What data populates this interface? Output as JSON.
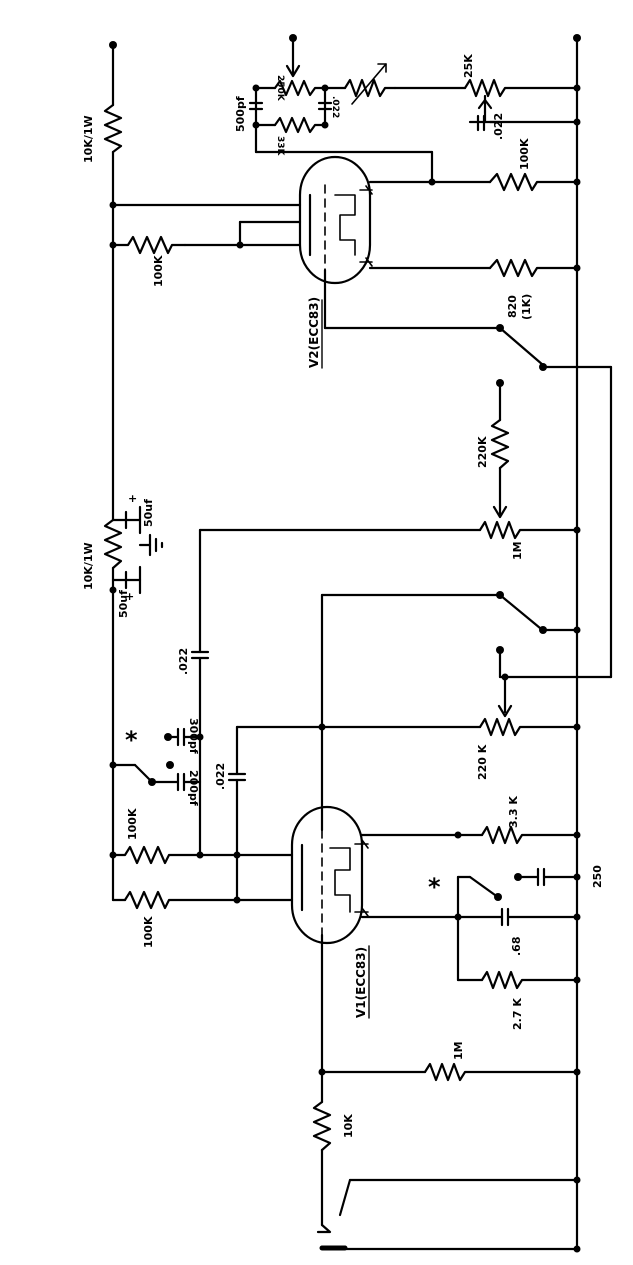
{
  "colors": {
    "ink": "#000000",
    "paper": "#ffffff"
  },
  "tubes": {
    "v1": {
      "label": "V1(ECC83)"
    },
    "v2": {
      "label": "V2(ECC83)"
    }
  },
  "labels": {
    "r_10k_1w_top": "10K/1W",
    "r_10k_1w_mid": "10K/1W",
    "r_100k_v2_grid": "100K",
    "r_100k_v1_a": "100K",
    "r_100k_v1_b": "100K",
    "r_1m_v2_tone": "1M",
    "r_250k_tone": "250K",
    "r_33k_tone": "33K",
    "c_500pf": "500pf",
    "c_022_tone": ".022",
    "r_25k": "25K",
    "c_022_25k": ".022",
    "r_100k_v2_plate": "100K",
    "r_820": "820",
    "r_820_alt": "(1K)",
    "r_220k_top": "220K",
    "r_1m_vol": "1M",
    "c_50uf_a": "50uf",
    "c_50uf_b": "50uf",
    "c_022_coupling_a": ".022",
    "c_022_coupling_b": ".022",
    "c_300pf": "300pf",
    "c_200pf": "200pf",
    "r_220k_bottom": "220 K",
    "r_3_3k": "3.3 K",
    "c_250": "250",
    "c_68": ".68",
    "r_2_7k": "2.7 K",
    "r_1m_input": "1M",
    "r_10k_input": "10K",
    "asterisk_a": "*",
    "asterisk_b": "*",
    "plus_a": "+",
    "plus_b": "+"
  }
}
